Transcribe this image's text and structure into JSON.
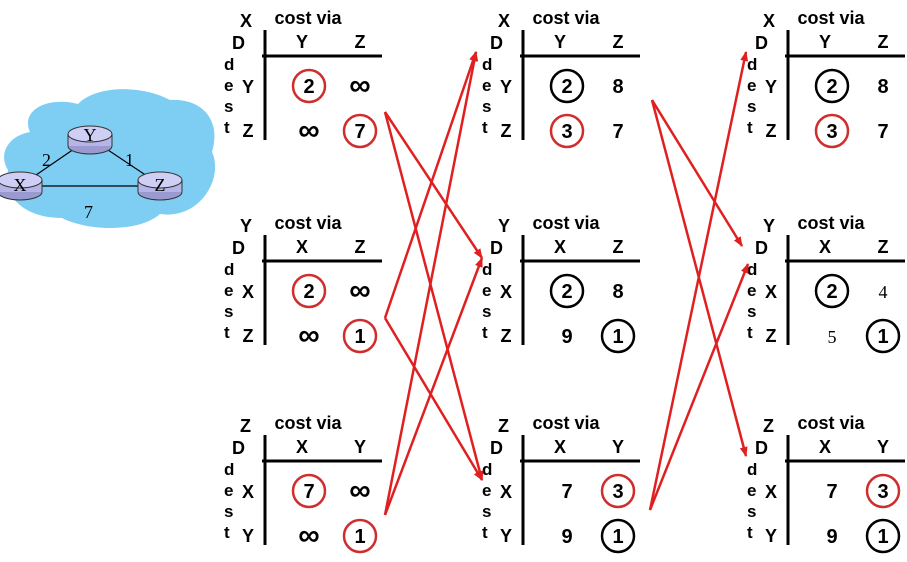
{
  "network": {
    "nodes": [
      "X",
      "Y",
      "Z"
    ],
    "links": [
      {
        "from": "X",
        "to": "Y",
        "cost": "2"
      },
      {
        "from": "Y",
        "to": "Z",
        "cost": "1"
      },
      {
        "from": "X",
        "to": "Z",
        "cost": "7"
      }
    ],
    "cloud_color": "#7ecef4",
    "router_color": "#b5b5e8"
  },
  "table_labels": {
    "header": "cost via",
    "dest_label": "D",
    "side_letters": [
      "d",
      "e",
      "s",
      "t"
    ]
  },
  "colors": {
    "highlight_circle": "#d02d2d",
    "normal_circle": "#000000",
    "arrow": "#e02020"
  },
  "columns": [
    {
      "tables": [
        {
          "owner": "X",
          "via": [
            "Y",
            "Z"
          ],
          "dest": [
            "Y",
            "Z"
          ],
          "cells": [
            [
              {
                "v": "2",
                "c": "red",
                "f": "sans"
              },
              {
                "v": "∞",
                "c": "",
                "f": "sans"
              }
            ],
            [
              {
                "v": "∞",
                "c": "",
                "f": "sans"
              },
              {
                "v": "7",
                "c": "red",
                "f": "sans"
              }
            ]
          ]
        },
        {
          "owner": "Y",
          "via": [
            "X",
            "Z"
          ],
          "dest": [
            "X",
            "Z"
          ],
          "cells": [
            [
              {
                "v": "2",
                "c": "red",
                "f": "sans"
              },
              {
                "v": "∞",
                "c": "",
                "f": "sans"
              }
            ],
            [
              {
                "v": "∞",
                "c": "",
                "f": "sans"
              },
              {
                "v": "1",
                "c": "red",
                "f": "sans"
              }
            ]
          ]
        },
        {
          "owner": "Z",
          "via": [
            "X",
            "Y"
          ],
          "dest": [
            "X",
            "Y"
          ],
          "cells": [
            [
              {
                "v": "7",
                "c": "red",
                "f": "sans"
              },
              {
                "v": "∞",
                "c": "",
                "f": "sans"
              }
            ],
            [
              {
                "v": "∞",
                "c": "",
                "f": "sans"
              },
              {
                "v": "1",
                "c": "red",
                "f": "sans"
              }
            ]
          ]
        }
      ]
    },
    {
      "tables": [
        {
          "owner": "X",
          "via": [
            "Y",
            "Z"
          ],
          "dest": [
            "Y",
            "Z"
          ],
          "cells": [
            [
              {
                "v": "2",
                "c": "black",
                "f": "sans"
              },
              {
                "v": "8",
                "c": "",
                "f": "sans"
              }
            ],
            [
              {
                "v": "3",
                "c": "red",
                "f": "sans"
              },
              {
                "v": "7",
                "c": "",
                "f": "sans"
              }
            ]
          ]
        },
        {
          "owner": "Y",
          "via": [
            "X",
            "Z"
          ],
          "dest": [
            "X",
            "Z"
          ],
          "cells": [
            [
              {
                "v": "2",
                "c": "black",
                "f": "sans"
              },
              {
                "v": "8",
                "c": "",
                "f": "sans"
              }
            ],
            [
              {
                "v": "9",
                "c": "",
                "f": "sans"
              },
              {
                "v": "1",
                "c": "black",
                "f": "sans"
              }
            ]
          ]
        },
        {
          "owner": "Z",
          "via": [
            "X",
            "Y"
          ],
          "dest": [
            "X",
            "Y"
          ],
          "cells": [
            [
              {
                "v": "7",
                "c": "",
                "f": "sans"
              },
              {
                "v": "3",
                "c": "red",
                "f": "sans"
              }
            ],
            [
              {
                "v": "9",
                "c": "",
                "f": "sans"
              },
              {
                "v": "1",
                "c": "black",
                "f": "sans"
              }
            ]
          ]
        }
      ]
    },
    {
      "tables": [
        {
          "owner": "X",
          "via": [
            "Y",
            "Z"
          ],
          "dest": [
            "Y",
            "Z"
          ],
          "cells": [
            [
              {
                "v": "2",
                "c": "black",
                "f": "sans"
              },
              {
                "v": "8",
                "c": "",
                "f": "sans"
              }
            ],
            [
              {
                "v": "3",
                "c": "red",
                "f": "sans"
              },
              {
                "v": "7",
                "c": "",
                "f": "sans"
              }
            ]
          ]
        },
        {
          "owner": "Y",
          "via": [
            "X",
            "Z"
          ],
          "dest": [
            "X",
            "Z"
          ],
          "cells": [
            [
              {
                "v": "2",
                "c": "black",
                "f": "sans"
              },
              {
                "v": "4",
                "c": "",
                "f": "serif"
              }
            ],
            [
              {
                "v": "5",
                "c": "",
                "f": "serif"
              },
              {
                "v": "1",
                "c": "black",
                "f": "sans"
              }
            ]
          ]
        },
        {
          "owner": "Z",
          "via": [
            "X",
            "Y"
          ],
          "dest": [
            "X",
            "Y"
          ],
          "cells": [
            [
              {
                "v": "7",
                "c": "",
                "f": "sans"
              },
              {
                "v": "3",
                "c": "red",
                "f": "sans"
              }
            ],
            [
              {
                "v": "9",
                "c": "",
                "f": "sans"
              },
              {
                "v": "1",
                "c": "black",
                "f": "sans"
              }
            ]
          ]
        }
      ]
    }
  ]
}
